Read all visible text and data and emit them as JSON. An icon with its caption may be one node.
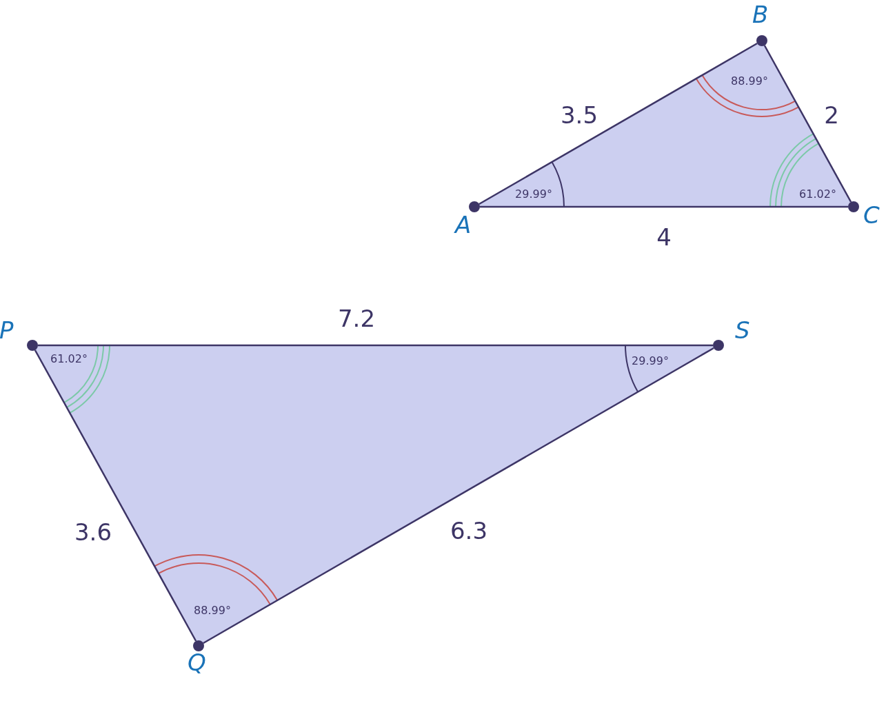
{
  "diagram": {
    "nodes": [
      {
        "text": [
          "A"
        ]
      },
      {
        "text": [
          "B"
        ]
      },
      {
        "text": [
          "C"
        ]
      },
      {
        "text": [
          "P"
        ]
      },
      {
        "text": [
          "S"
        ]
      },
      {
        "text": [
          "Q"
        ]
      }
    ],
    "edges": [
      {
        "from": 0,
        "to": 1,
        "arrow": "none",
        "label": "3.5"
      },
      {
        "from": 1,
        "to": 2,
        "arrow": "none",
        "label": "2"
      },
      {
        "from": 0,
        "to": 2,
        "arrow": "none",
        "label": "4"
      },
      {
        "from": 3,
        "to": 4,
        "arrow": "none",
        "label": "7.2"
      },
      {
        "from": 3,
        "to": 5,
        "arrow": "none",
        "label": "3.6"
      },
      {
        "from": 5,
        "to": 4,
        "arrow": "none",
        "label": "6.3"
      }
    ],
    "labels": [
      "88.99°",
      "29.99°",
      "61.02°",
      "61.02°",
      "29.99°",
      "88.99°"
    ]
  }
}
